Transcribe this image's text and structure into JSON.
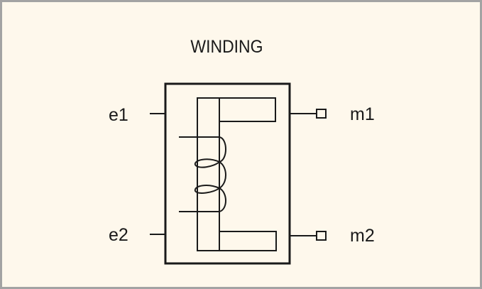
{
  "title": "WINDING",
  "ports": {
    "e1": "e1",
    "e2": "e2",
    "m1": "m1",
    "m2": "m2"
  },
  "colors": {
    "background": "#fef8ec",
    "border": "#a3a3a3",
    "stroke": "#1a1a1a"
  }
}
